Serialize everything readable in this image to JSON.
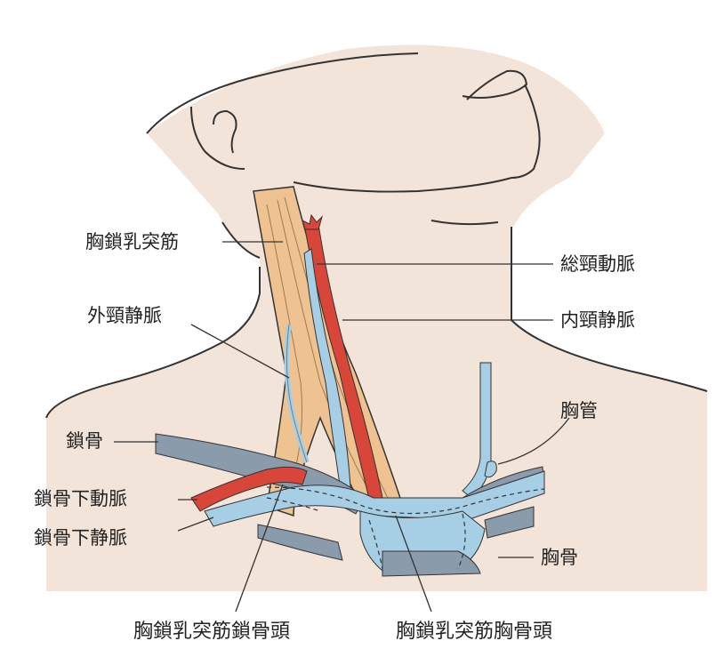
{
  "labels": {
    "scm": "胸鎖乳突筋",
    "ext_jugular": "外頸静脈",
    "clavicle": "鎖骨",
    "subclavian_artery": "鎖骨下動脈",
    "subclavian_vein": "鎖骨下静脈",
    "common_carotid": "総頸動脈",
    "int_jugular": "内頸静脈",
    "thoracic_duct": "胸管",
    "sternum": "胸骨",
    "scm_clavicular_head": "胸鎖乳突筋鎖骨頭",
    "scm_sternal_head": "胸鎖乳突筋胸骨頭"
  },
  "colors": {
    "background": "#ffffff",
    "skin": "#f3e4d9",
    "muscle": "#eec391",
    "artery": "#d8463a",
    "vein": "#a6cfe6",
    "bone": "#8a9bab",
    "outline": "#333333"
  }
}
